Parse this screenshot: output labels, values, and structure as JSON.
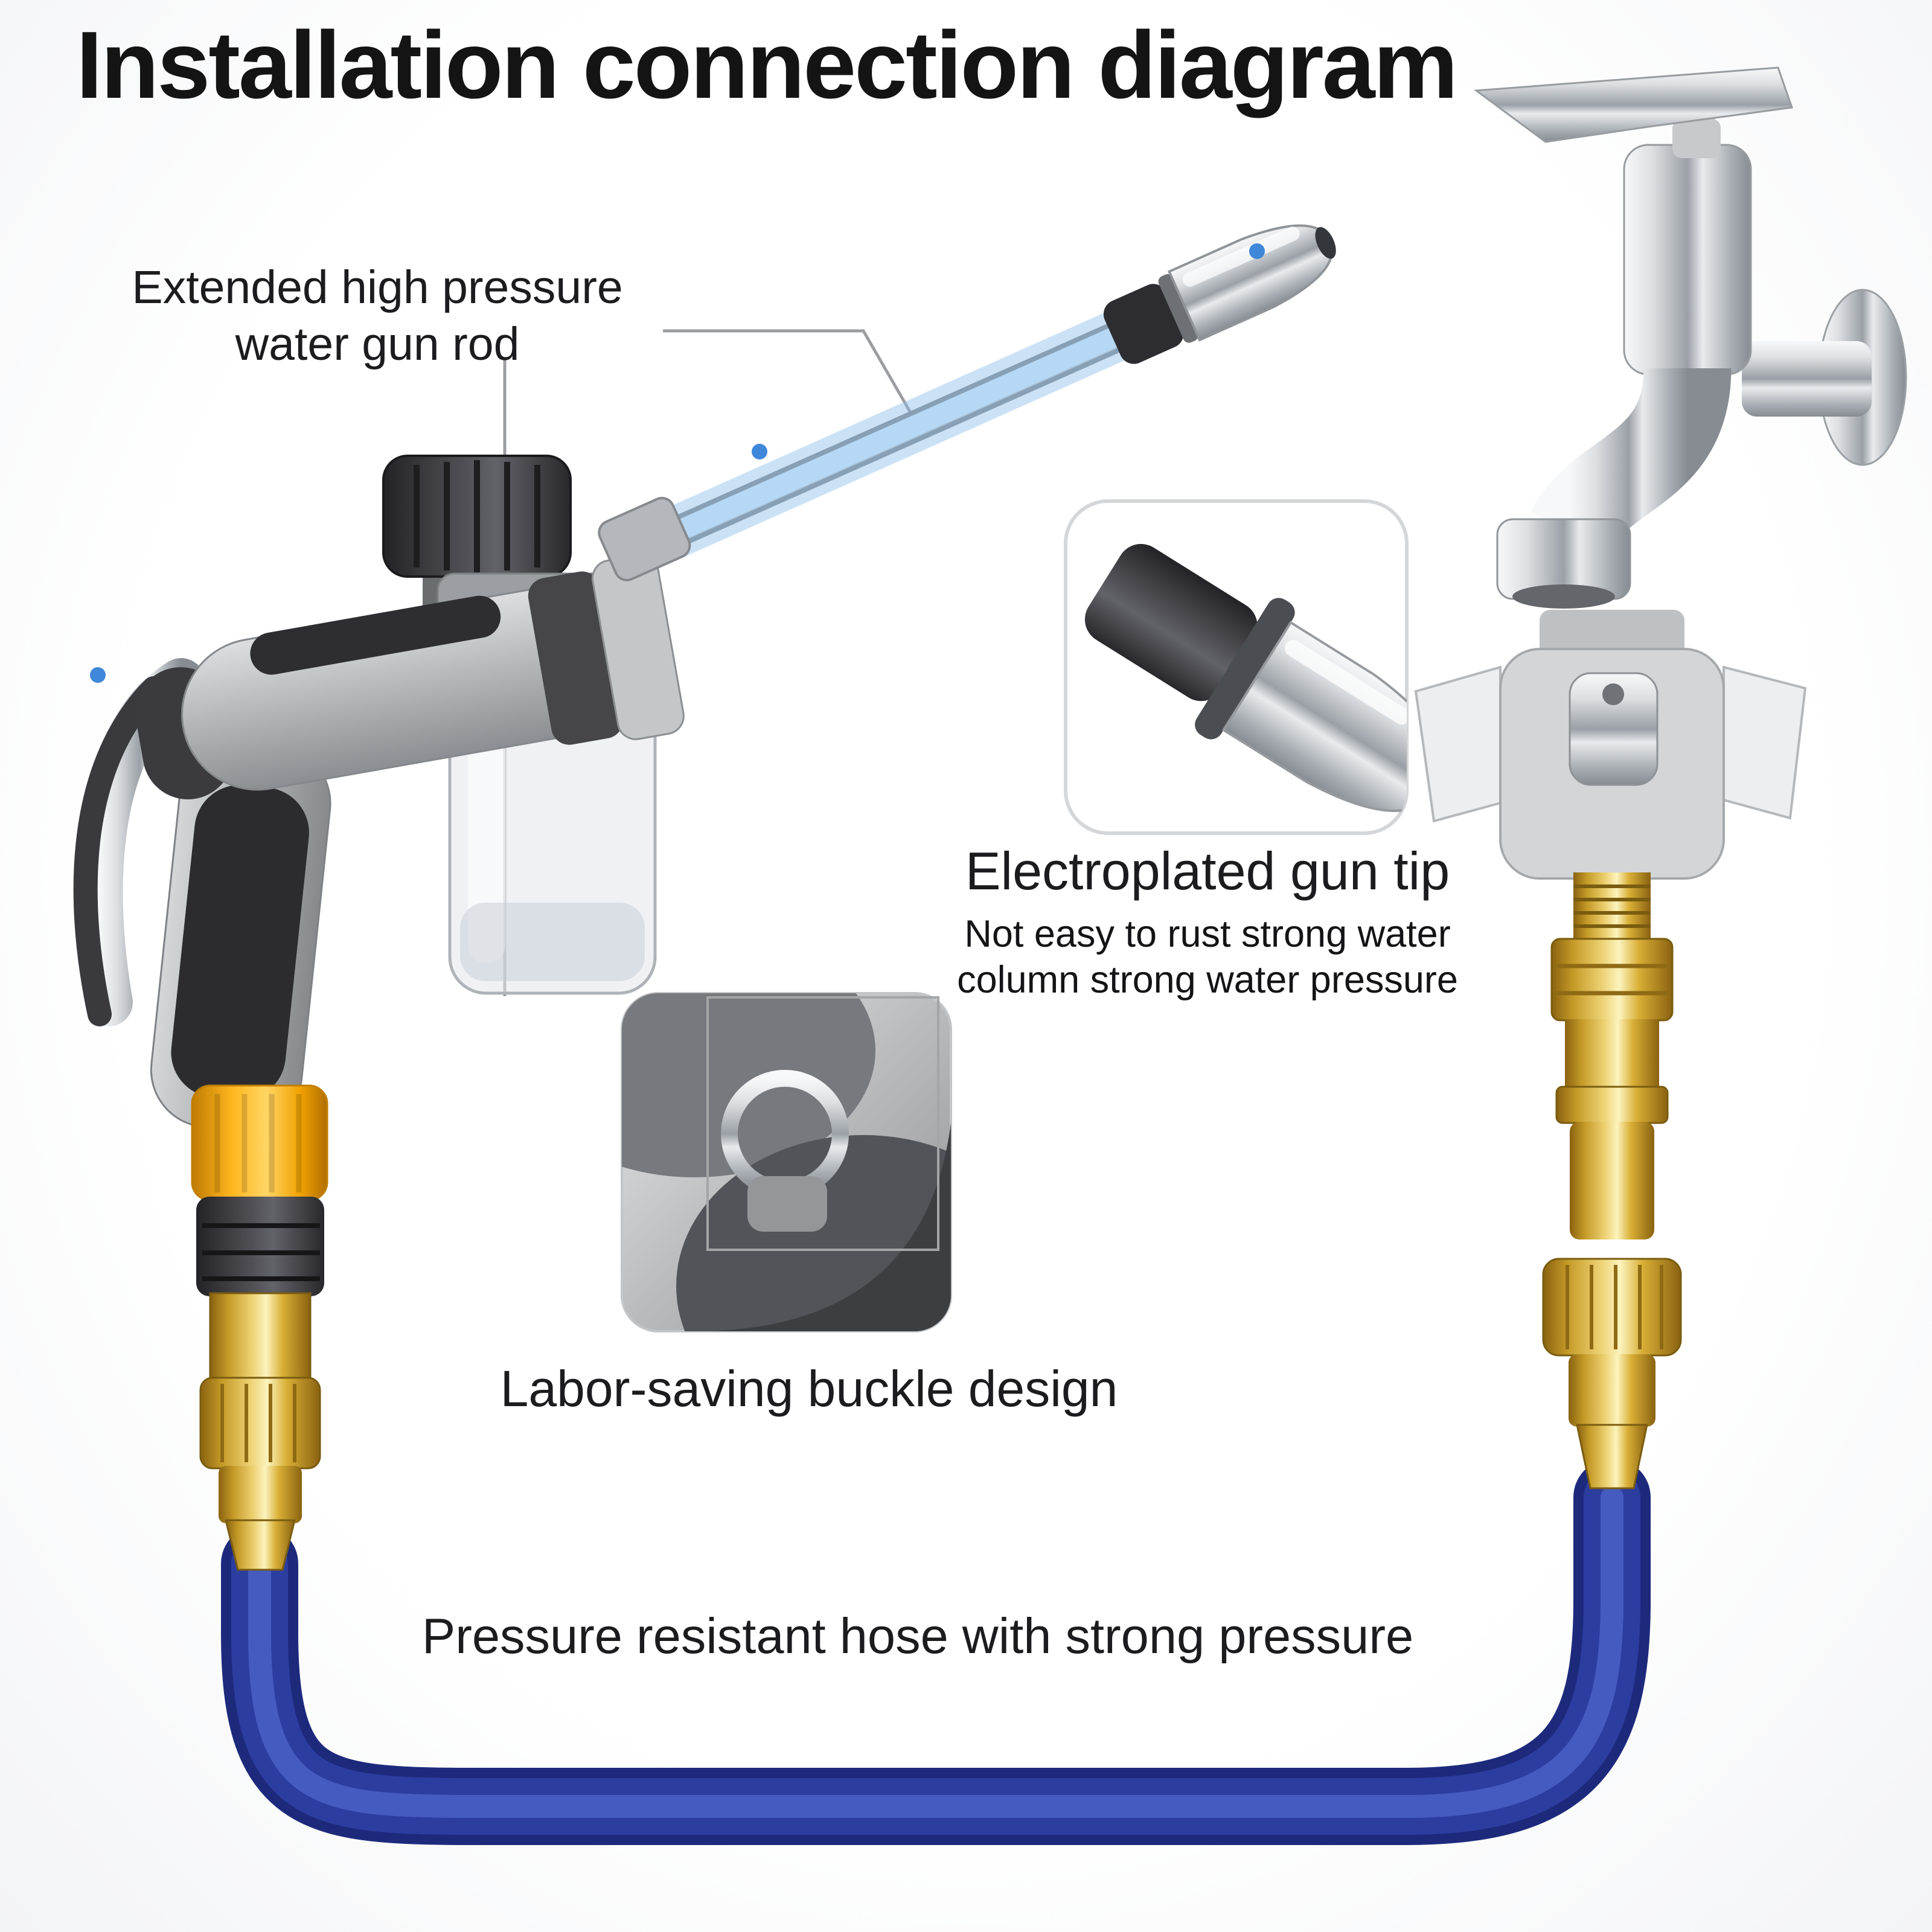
{
  "title": "Installation connection diagram",
  "callouts": {
    "gun_rod": {
      "line1": "Extended high pressure",
      "line2": "water gun rod"
    },
    "gun_tip": {
      "title": "Electroplated gun tip",
      "subtitle_line1": "Not easy to rust strong water",
      "subtitle_line2": "column strong water pressure"
    },
    "buckle": {
      "label": "Labor-saving buckle design"
    },
    "hose": {
      "label": "Pressure resistant hose with strong pressure"
    }
  },
  "colors": {
    "hose_blue": "#24329A",
    "brass_gold": "#D9A92F",
    "water_blue": "#8CC4EE",
    "collar_yellow": "#F5A81C",
    "chrome_gray": "#C9CDD1",
    "dark_gray": "#3A3A3E",
    "marker_dot_blue": "#3F87D9",
    "text_black": "#141414"
  }
}
